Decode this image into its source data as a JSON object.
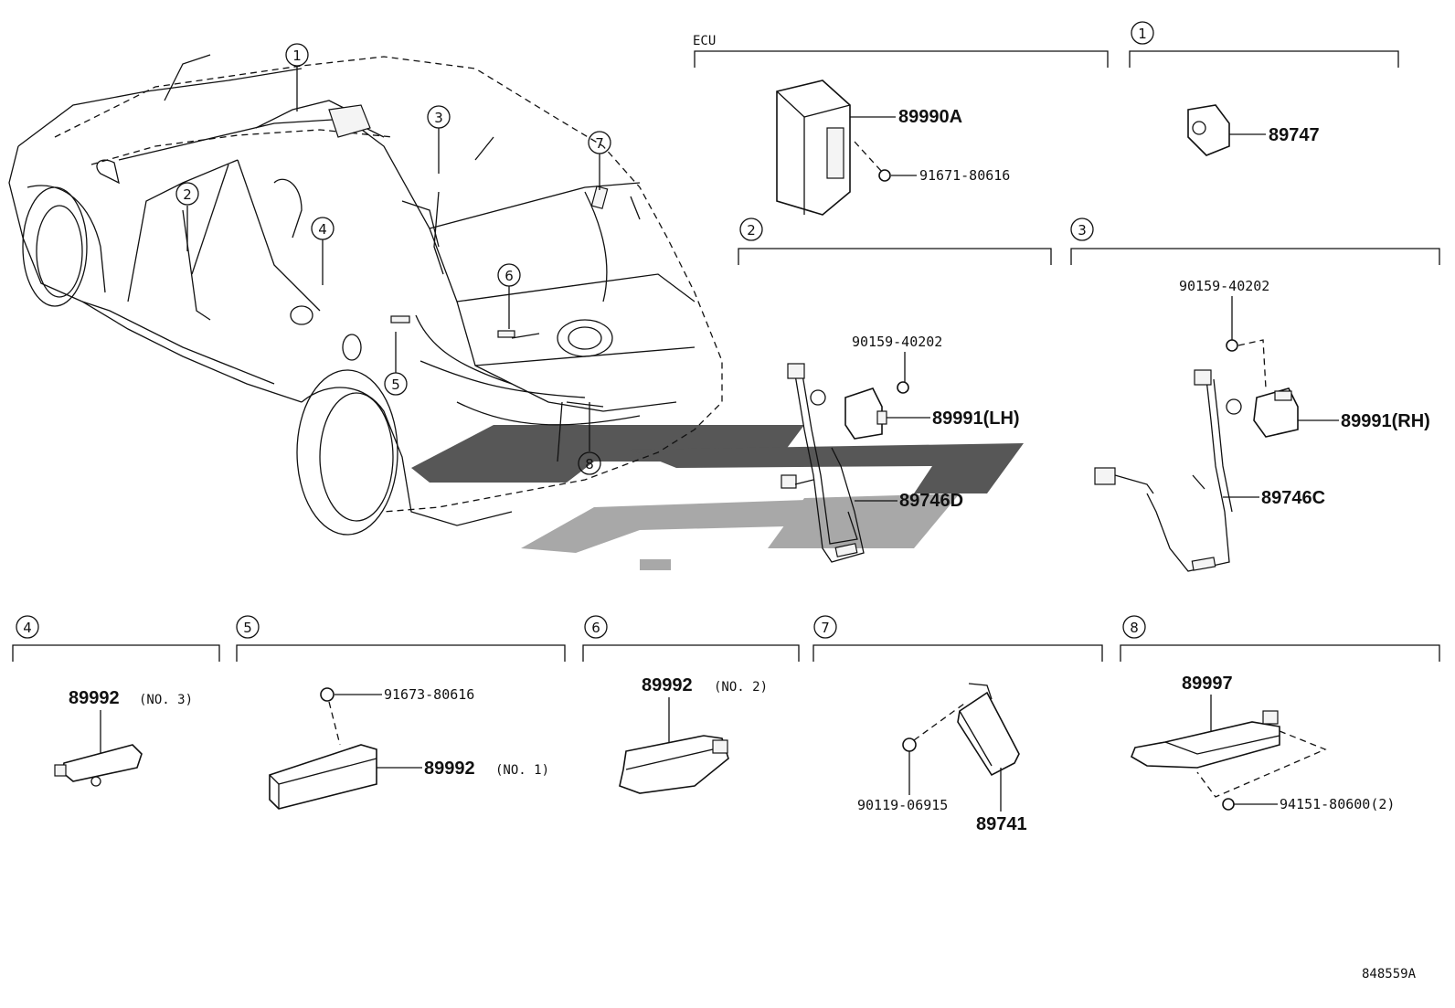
{
  "diagram": {
    "ecu_label": "ECU",
    "drawing_code": "848559A",
    "watermark_colors": {
      "dark": "#3a3a3a",
      "light": "#9a9a9a"
    },
    "callouts": [
      "1",
      "2",
      "3",
      "4",
      "5",
      "6",
      "7",
      "8"
    ],
    "sections": {
      "ecu": {
        "part_main": "89990A",
        "part_bolt": "91671-80616"
      },
      "s1": {
        "num": "1",
        "part_main": "89747"
      },
      "s2": {
        "num": "2",
        "part_bolt": "90159-40202",
        "part_module": "89991(LH)",
        "part_harness": "89746D"
      },
      "s3": {
        "num": "3",
        "part_bolt": "90159-40202",
        "part_module": "89991(RH)",
        "part_harness": "89746C"
      },
      "s4": {
        "num": "4",
        "part_main": "89992",
        "note": "(NO. 3)"
      },
      "s5": {
        "num": "5",
        "part_bolt": "91673-80616",
        "part_main": "89992",
        "note": "(NO. 1)"
      },
      "s6": {
        "num": "6",
        "part_main": "89992",
        "note": "(NO. 2)"
      },
      "s7": {
        "num": "7",
        "part_bolt": "90119-06915",
        "part_main": "89741"
      },
      "s8": {
        "num": "8",
        "part_main": "89997",
        "part_nut": "94151-80600(2)"
      }
    }
  }
}
